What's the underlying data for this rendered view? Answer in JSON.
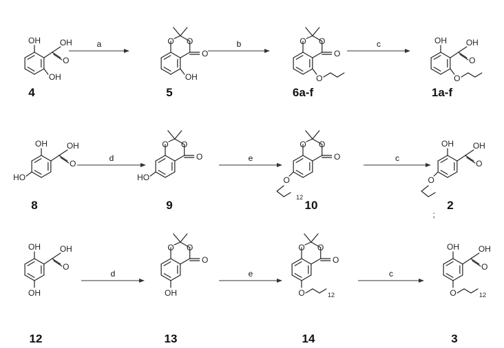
{
  "compounds": [
    "4",
    "5",
    "6a-f",
    "1a-f",
    "8",
    "9",
    "10",
    "2",
    "12",
    "13",
    "14",
    "3"
  ],
  "reagents": [
    "a",
    "b",
    "c",
    "d",
    "e",
    "c",
    "d",
    "e",
    "c"
  ],
  "atoms": {
    "o": "O",
    "oh": "OH",
    "ho": "HO",
    "chain_n": "12"
  },
  "stray_mark": ";"
}
